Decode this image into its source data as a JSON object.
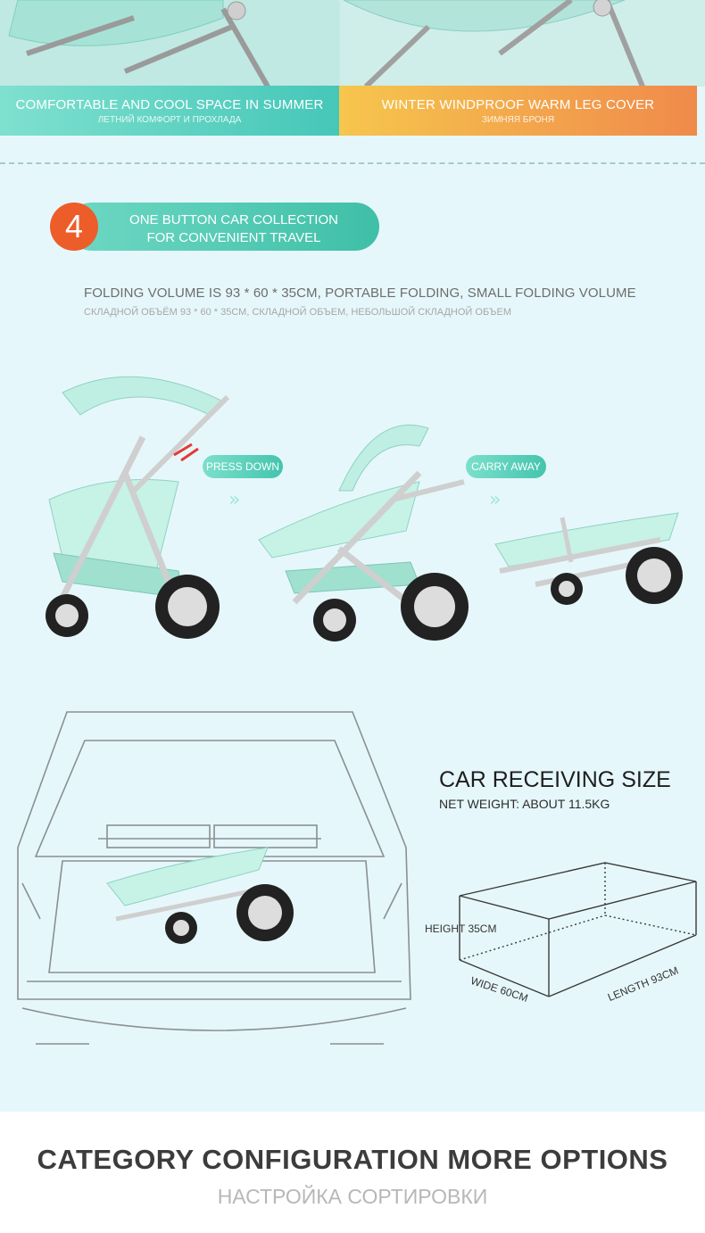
{
  "banners": {
    "left": {
      "title": "COMFORTABLE AND COOL SPACE IN SUMMER",
      "subtitle": "ЛЕТНИЙ КОМФОРТ И ПРОХЛАДА"
    },
    "right": {
      "title": "WINTER WINDPROOF WARM LEG COVER",
      "subtitle": "ЗИМНЯЯ БРОНЯ"
    }
  },
  "feature": {
    "number": "4",
    "title_line1": "ONE BUTTON CAR COLLECTION",
    "title_line2": "FOR CONVENIENT TRAVEL"
  },
  "description": {
    "en": "FOLDING VOLUME IS 93 * 60 * 35CM, PORTABLE FOLDING, SMALL FOLDING VOLUME",
    "ru": "СКЛАДНОЙ ОБЪЁМ 93 * 60 * 35СМ, СКЛАДНОЙ ОБЪЕМ, НЕБОЛЬШОЙ СКЛАДНОЙ ОБЪЕМ"
  },
  "steps": {
    "press": "PRESS DOWN",
    "carry": "CARRY AWAY",
    "chevrons": "»"
  },
  "car_size": {
    "title": "CAR RECEIVING SIZE",
    "weight": "NET WEIGHT: ABOUT 11.5KG",
    "height": "HEIGHT 35CM",
    "wide": "WIDE 60CM",
    "length": "LENGTH 93CM"
  },
  "footer": {
    "title": "CATEGORY CONFIGURATION MORE OPTIONS",
    "subtitle": "НАСТРОЙКА СОРТИРОВКИ"
  },
  "colors": {
    "mint": "#45c7b8",
    "orange": "#f08a4b",
    "badge": "#ec5d2a",
    "background": "#e6f7fb"
  }
}
